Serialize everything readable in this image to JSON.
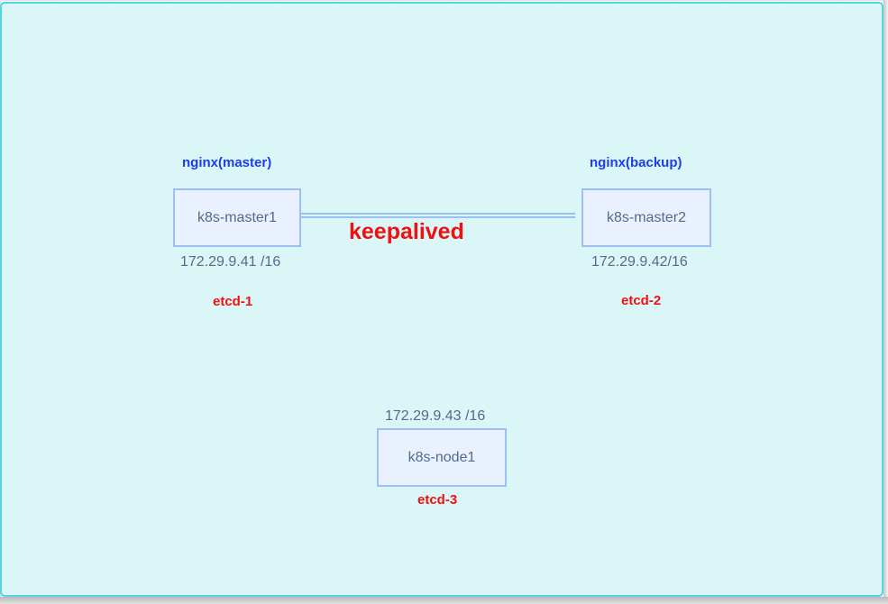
{
  "nodes": {
    "master1": {
      "label": "k8s-master1",
      "role": "nginx(master)",
      "ip": "172.29.9.41 /16",
      "etcd": "etcd-1"
    },
    "master2": {
      "label": "k8s-master2",
      "role": "nginx(backup)",
      "ip": "172.29.9.42/16",
      "etcd": "etcd-2"
    },
    "node1": {
      "label": "k8s-node1",
      "ip": "172.29.9.43 /16",
      "etcd": "etcd-3"
    }
  },
  "link": {
    "label": "keepalived"
  },
  "colors": {
    "canvas_bg": "#dbf6f7",
    "canvas_border": "#55d4e4",
    "node_fill": "#e8f1fd",
    "node_border": "#9cc0f0",
    "role_text": "#1b3cf2",
    "etcd_text": "#f20f0f",
    "keepalived_text": "#f20f0f"
  }
}
